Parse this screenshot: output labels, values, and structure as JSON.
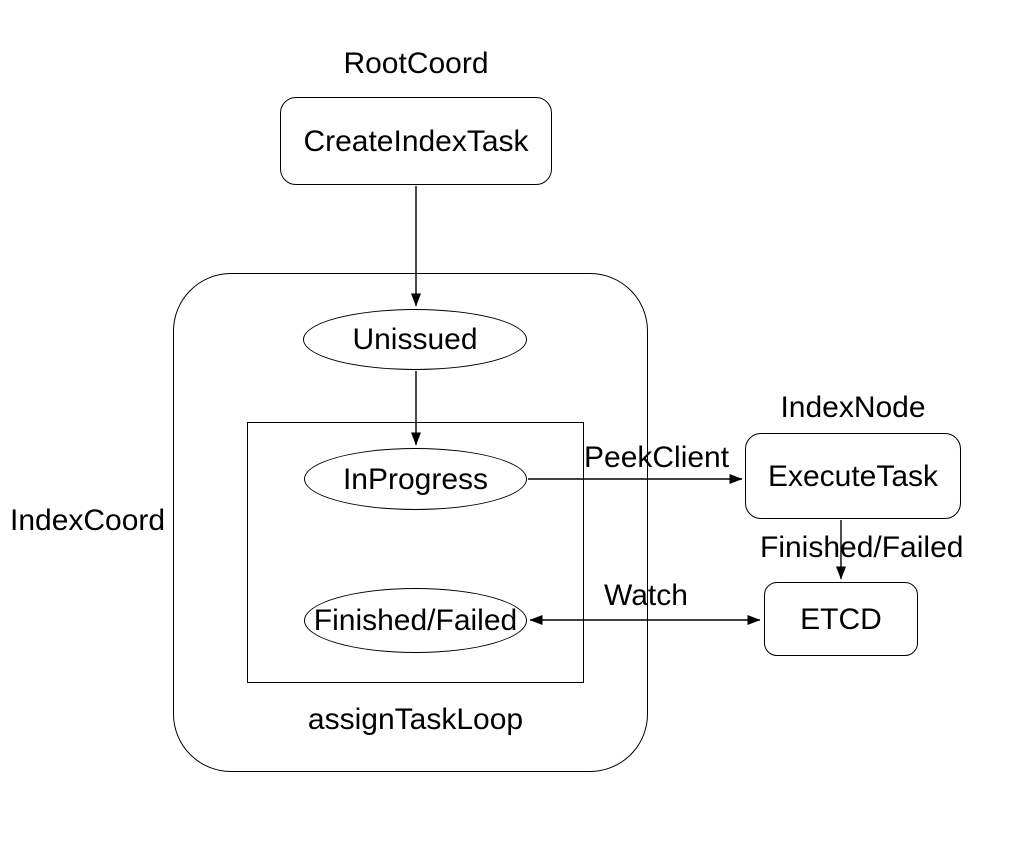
{
  "diagram": {
    "background_color": "#ffffff",
    "stroke_color": "#000000",
    "text_color": "#000000",
    "group_labels": {
      "root_coord": "RootCoord",
      "index_coord": "IndexCoord",
      "index_node": "IndexNode",
      "assign_task_loop": "assignTaskLoop"
    },
    "nodes": {
      "create_index_task": "CreateIndexTask",
      "unissued": "Unissued",
      "in_progress": "InProgress",
      "finished_failed": "Finished/Failed",
      "execute_task": "ExecuteTask",
      "etcd": "ETCD"
    },
    "edge_labels": {
      "peek_client": "PeekClient",
      "finished_failed": "Finished/Failed",
      "watch": "Watch"
    }
  }
}
